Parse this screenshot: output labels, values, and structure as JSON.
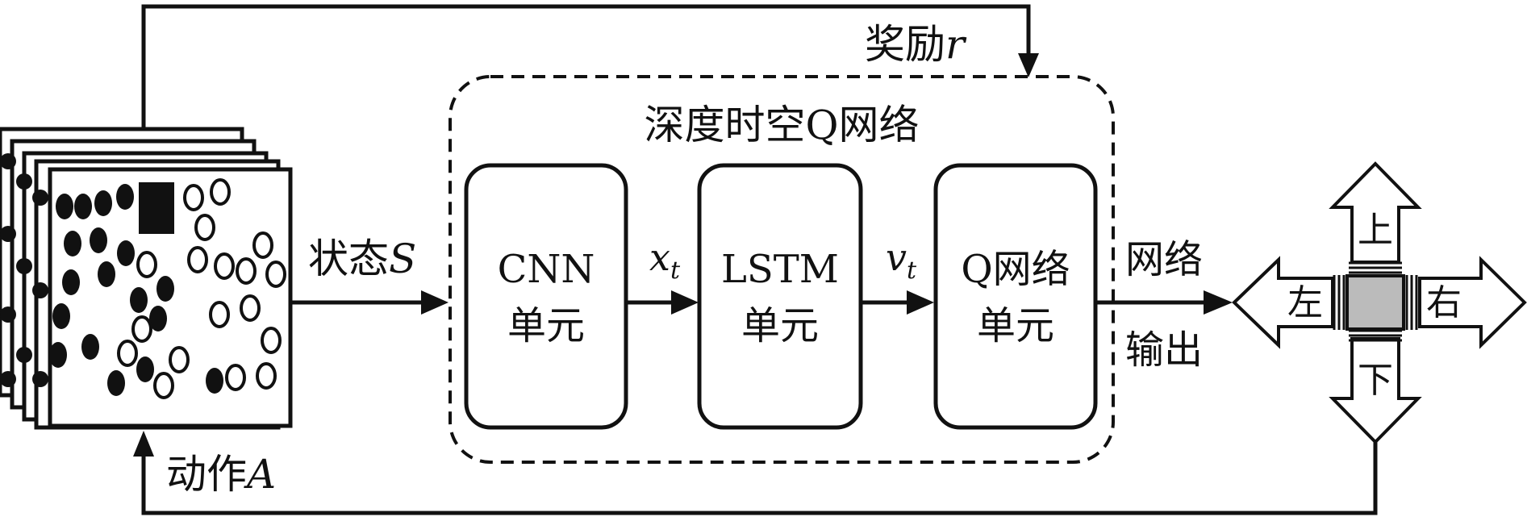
{
  "diagram": {
    "reward_label": "奖励",
    "reward_symbol": "r",
    "network_title": "深度时空Q网络",
    "state_label": "状态",
    "state_symbol": "S",
    "action_label": "动作",
    "action_symbol": "A",
    "units": [
      {
        "line1": "CNN",
        "line2": "单元"
      },
      {
        "line1": "LSTM",
        "line2": "单元"
      },
      {
        "line1": "Q网络",
        "line2": "单元"
      }
    ],
    "edges": [
      {
        "symbol": "x",
        "subscript": "t"
      },
      {
        "symbol": "v",
        "subscript": "t"
      }
    ],
    "output_label_top": "网络",
    "output_label_bottom": "输出",
    "directions": {
      "up": "上",
      "down": "下",
      "left": "左",
      "right": "右"
    }
  }
}
